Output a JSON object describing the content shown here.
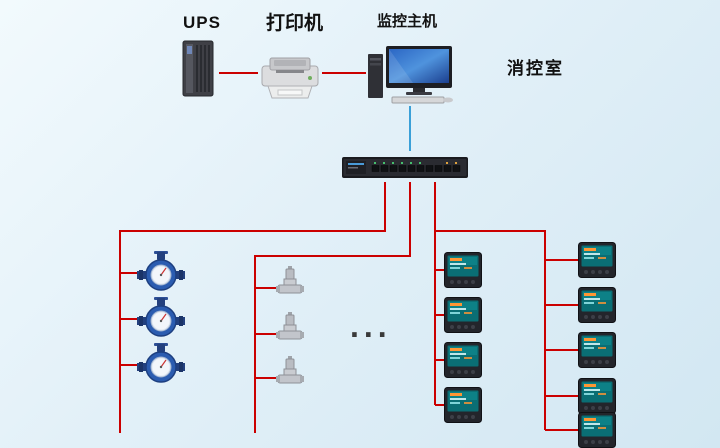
{
  "labels": {
    "ups": "UPS",
    "printer": "打印机",
    "monitor_host": "监控主机",
    "control_room": "消控室",
    "ellipsis": "..."
  },
  "colors": {
    "connection_red": "#cb0000",
    "connection_blue": "#3aa0d8",
    "background_start": "#f2fafd",
    "background_end": "#d2e7f2"
  },
  "devices": {
    "water_meter_count": 3,
    "valve_count": 3,
    "power_meter_left_column_count": 4,
    "power_meter_right_column_count": 5
  },
  "icons": {
    "ups": "ups-tower-icon",
    "printer": "printer-icon",
    "monitor_host": "monitor-host-icon",
    "switch": "network-switch-icon",
    "water_meter": "water-meter-icon",
    "valve": "valve-icon",
    "power_meter": "power-meter-icon"
  }
}
